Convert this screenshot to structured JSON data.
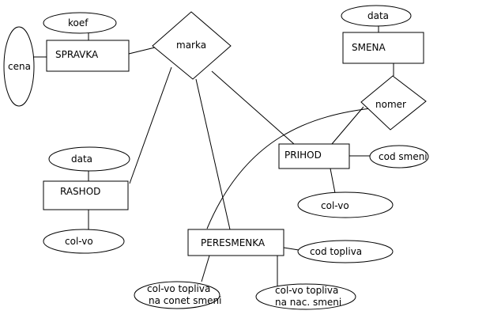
{
  "diagram": {
    "entities": {
      "spravka": "SPRAVKA",
      "smena": "SMENA",
      "rashod": "RASHOD",
      "prihod": "PRIHOD",
      "peresmenka": "PERESMENKA"
    },
    "relationships": {
      "marka": "marka",
      "nomer": "nomer"
    },
    "attributes": {
      "koef": "koef",
      "cena": "cena",
      "smena_data": "data",
      "rashod_data": "data",
      "rashod_col_vo": "col-vo",
      "prihod_col_vo": "col-vo",
      "cod_smeni": "cod smeni",
      "cod_topliva": "cod topliva",
      "col_vo_topliva_conet_line1": "col-vo topliva",
      "col_vo_topliva_conet_line2": "na conet smeni",
      "col_vo_topliva_nac_line1": "col-vo topliva",
      "col_vo_topliva_nac_line2": "na nac. smeni"
    }
  }
}
